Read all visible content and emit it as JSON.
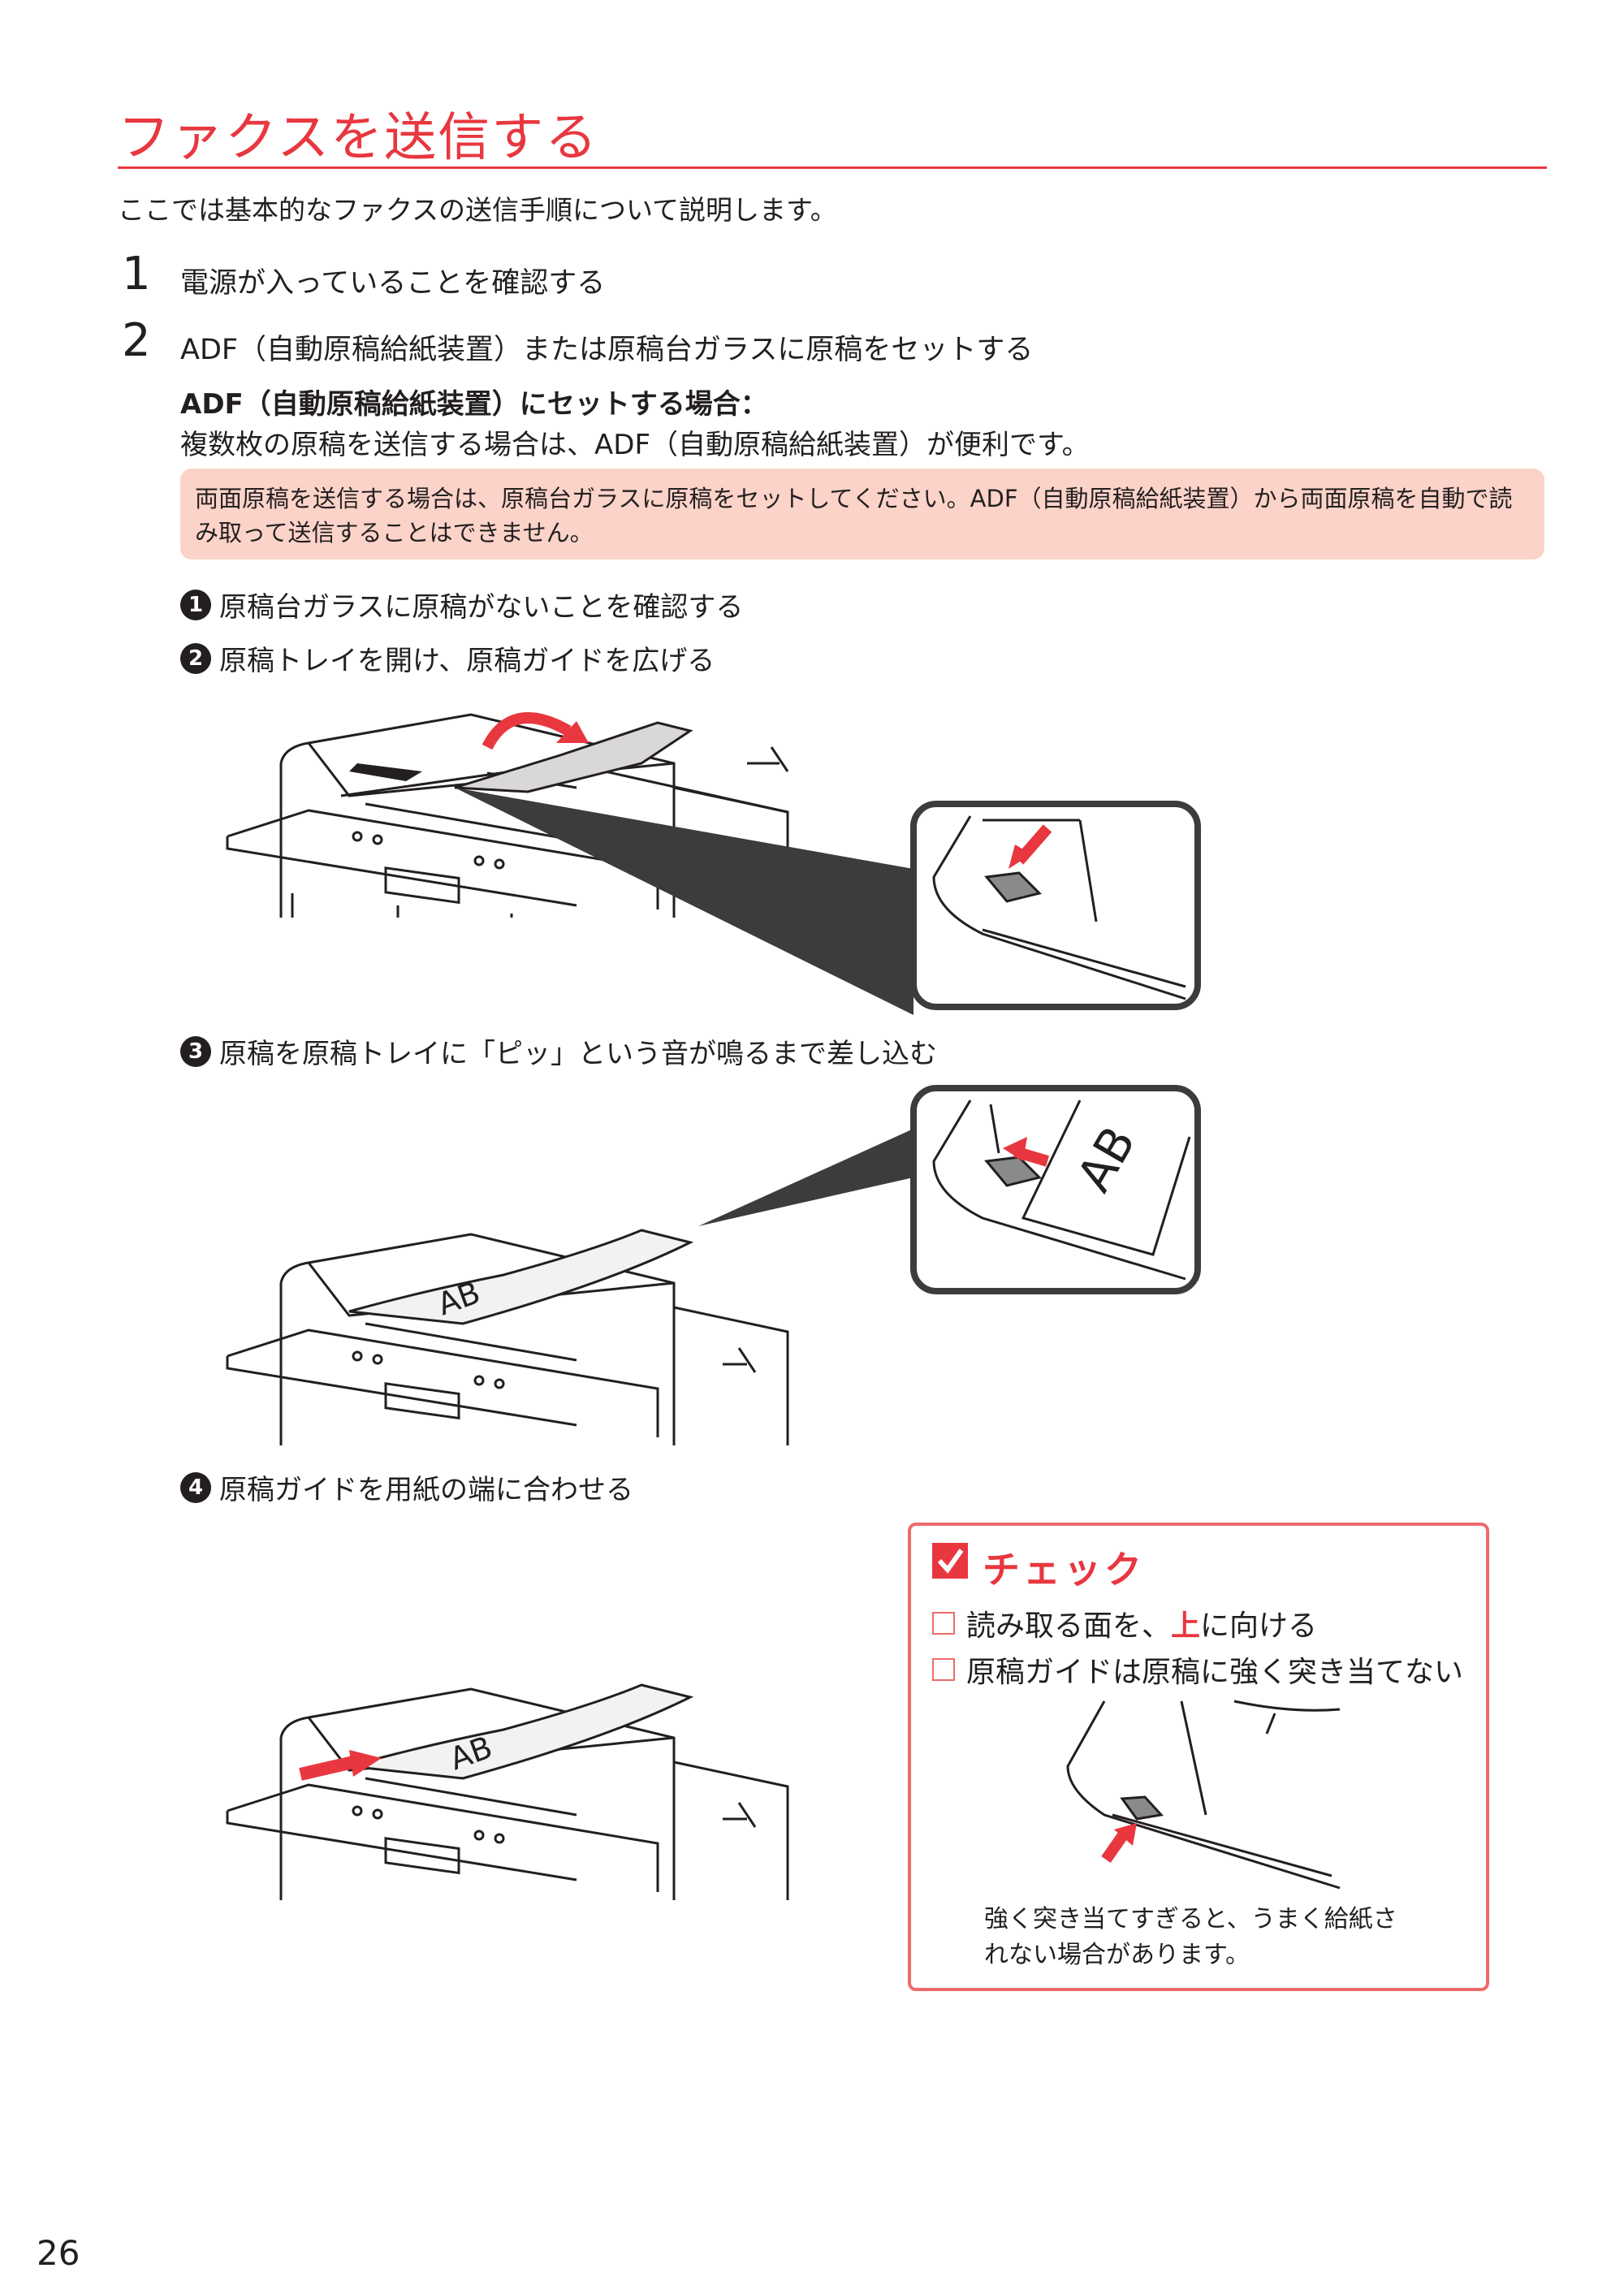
{
  "title": "ファクスを送信する",
  "intro": "ここでは基本的なファクスの送信手順について説明します。",
  "steps": [
    {
      "num": "1",
      "text": "電源が入っていることを確認する"
    },
    {
      "num": "2",
      "text": "ADF（自動原稿給紙装置）または原稿台ガラスに原稿をセットする"
    }
  ],
  "adf_section": {
    "heading": "ADF（自動原稿給紙装置）にセットする場合：",
    "description": "複数枚の原稿を送信する場合は、ADF（自動原稿給紙装置）が便利です。",
    "note": "両面原稿を送信する場合は、原稿台ガラスに原稿をセットしてください。ADF（自動原稿給紙装置）から両面原稿を自動で読み取って送信することはできません。"
  },
  "sub_steps": [
    {
      "num": "1",
      "text": "原稿台ガラスに原稿がないことを確認する"
    },
    {
      "num": "2",
      "text": "原稿トレイを開け、原稿ガイドを広げる"
    },
    {
      "num": "3",
      "text": "原稿を原稿トレイに「ピッ」という音が鳴るまで差し込む"
    },
    {
      "num": "4",
      "text": "原稿ガイドを用紙の端に合わせる"
    }
  ],
  "illustration_labels": {
    "paper_text": "AB"
  },
  "check": {
    "title": "チェック",
    "item1_before": "読み取る面を、",
    "item1_highlight": "上",
    "item1_after": "に向ける",
    "item2": "原稿ガイドは原稿に強く突き当てない",
    "caution": "強く突き当てすぎると、うまく給紙されない場合があります。"
  },
  "page_number": "26",
  "colors": {
    "accent": "#e8373f",
    "note_bg": "#fbd3c8",
    "check_border": "#ed6b6b",
    "text": "#231f20"
  }
}
